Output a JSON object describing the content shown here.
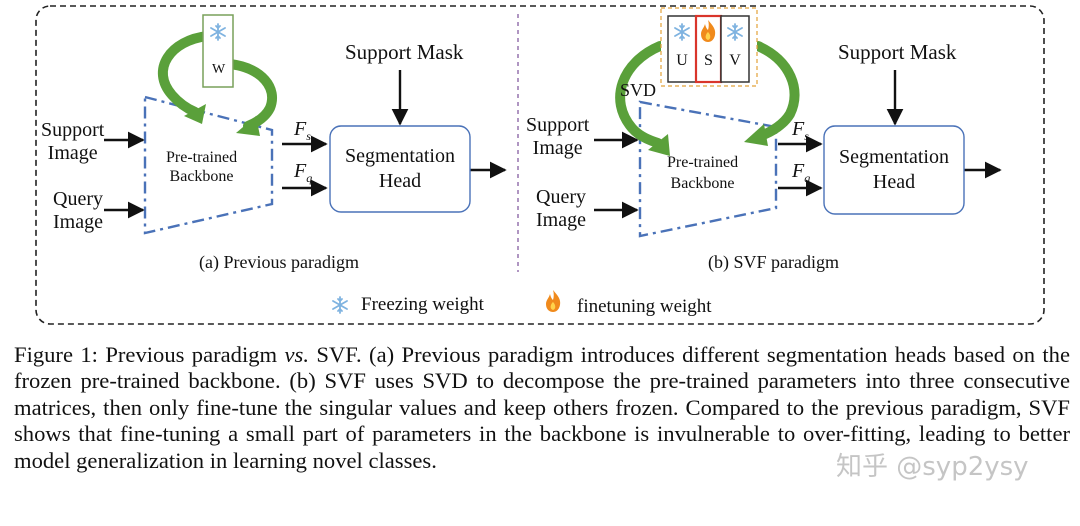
{
  "panel_a": {
    "support_mask": "Support Mask",
    "support_image": [
      "Support",
      "Image"
    ],
    "query_image": [
      "Query",
      "Image"
    ],
    "backbone": [
      "Pre-trained",
      "Backbone"
    ],
    "fs": "F",
    "fs_sub": "s",
    "fq": "F",
    "fq_sub": "q",
    "head": [
      "Segmentation",
      "Head"
    ],
    "weight": "W",
    "caption": "(a) Previous paradigm"
  },
  "panel_b": {
    "support_mask": "Support Mask",
    "support_image": [
      "Support",
      "Image"
    ],
    "query_image": [
      "Query",
      "Image"
    ],
    "backbone": [
      "Pre-trained",
      "Backbone"
    ],
    "fs": "F",
    "fs_sub": "s",
    "fq": "F",
    "fq_sub": "q",
    "head": [
      "Segmentation",
      "Head"
    ],
    "svd": "SVD",
    "matrices": [
      "U",
      "S",
      "V"
    ],
    "caption": "(b) SVF paradigm"
  },
  "legend": {
    "freezing": "Freezing weight",
    "finetuning": "finetuning weight"
  },
  "colors": {
    "backbone_dash": "#4a72b8",
    "arrow_green": "#5aa03a",
    "snow": "#7fb3e0",
    "fire": "#f08a1c",
    "s_box": "#d9352b",
    "divider": "#8e6aa8"
  },
  "caption": {
    "figure_label": "Figure 1:",
    "t1": "Previous paradigm",
    "vs": "vs.",
    "t2": "SVF. (a) Previous paradigm introduces different segmentation heads based on the frozen pre-trained backbone. (b) SVF uses SVD to decompose the pre-trained parameters into three consecutive matrices, then only fine-tune the singular values and keep others frozen. Compared to the previous paradigm, SVF shows that fine-tuning a small part of parameters in the backbone is invulnerable to over-fitting, leading to better model generalization in learning novel classes."
  },
  "watermark": "知乎 @syp2ysy"
}
